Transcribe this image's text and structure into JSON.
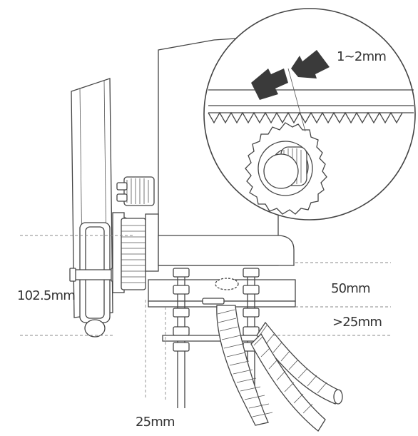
{
  "dimensions": {
    "gap": "1~2mm",
    "wheel_height": "102.5mm",
    "bracket_height": "50mm",
    "clearance": ">25mm",
    "offset": "25mm"
  },
  "colors": {
    "line": "#444444",
    "arrow": "#3a3a3a",
    "background": "#ffffff"
  }
}
